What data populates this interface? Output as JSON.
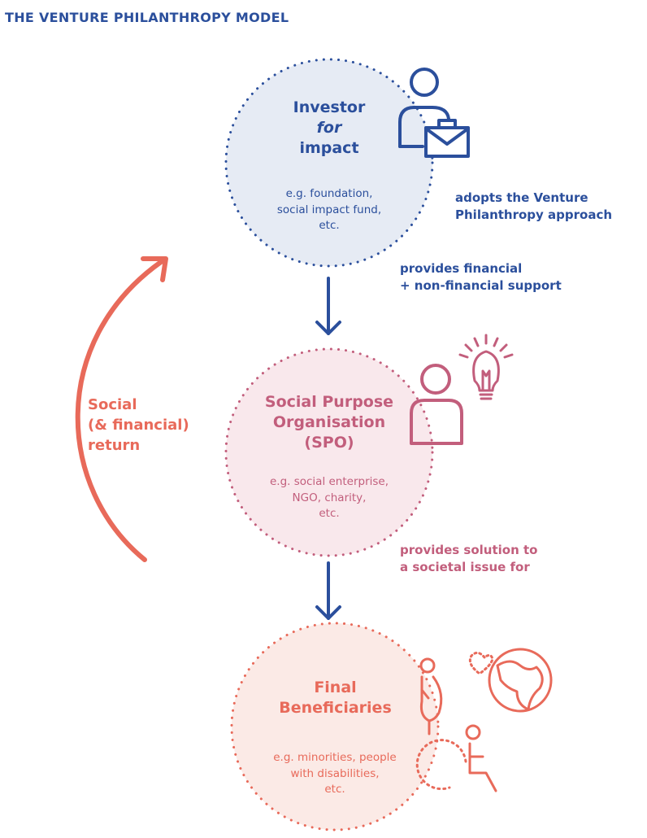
{
  "title": "THE VENTURE PHILANTHROPY MODEL",
  "investor": {
    "line1": "Investor",
    "line2": "for",
    "line3": "impact",
    "example1": "e.g. foundation,",
    "example2": "social impact fund,",
    "example3": "etc.",
    "note1": "adopts the Venture",
    "note2": "Philanthropy approach"
  },
  "support": {
    "line1": "provides financial",
    "line2": "+ non-financial support"
  },
  "spo": {
    "line1": "Social Purpose",
    "line2": "Organisation",
    "line3": "(SPO)",
    "example1": "e.g. social enterprise,",
    "example2": "NGO, charity,",
    "example3": "etc."
  },
  "solution": {
    "line1": "provides solution to",
    "line2": "a societal issue for"
  },
  "beneficiaries": {
    "line1": "Final",
    "line2": "Beneficiaries",
    "example1": "e.g. minorities, people",
    "example2": "with disabilities,",
    "example3": "etc."
  },
  "return": {
    "line1": "Social",
    "line2": "(& financial)",
    "line3": "return"
  },
  "colors": {
    "blue": "#2b4f9c",
    "rose": "#c25e7c",
    "coral": "#e86a5a",
    "investor_fill": "#e6ebf4",
    "spo_fill": "#f9e8ec",
    "beneficiaries_fill": "#fbeae6"
  },
  "icons": [
    "investor-with-briefcase-icon",
    "person-icon",
    "lightbulb-icon",
    "pregnant-woman-icon",
    "wheelchair-user-icon",
    "globe-with-heart-icon"
  ]
}
